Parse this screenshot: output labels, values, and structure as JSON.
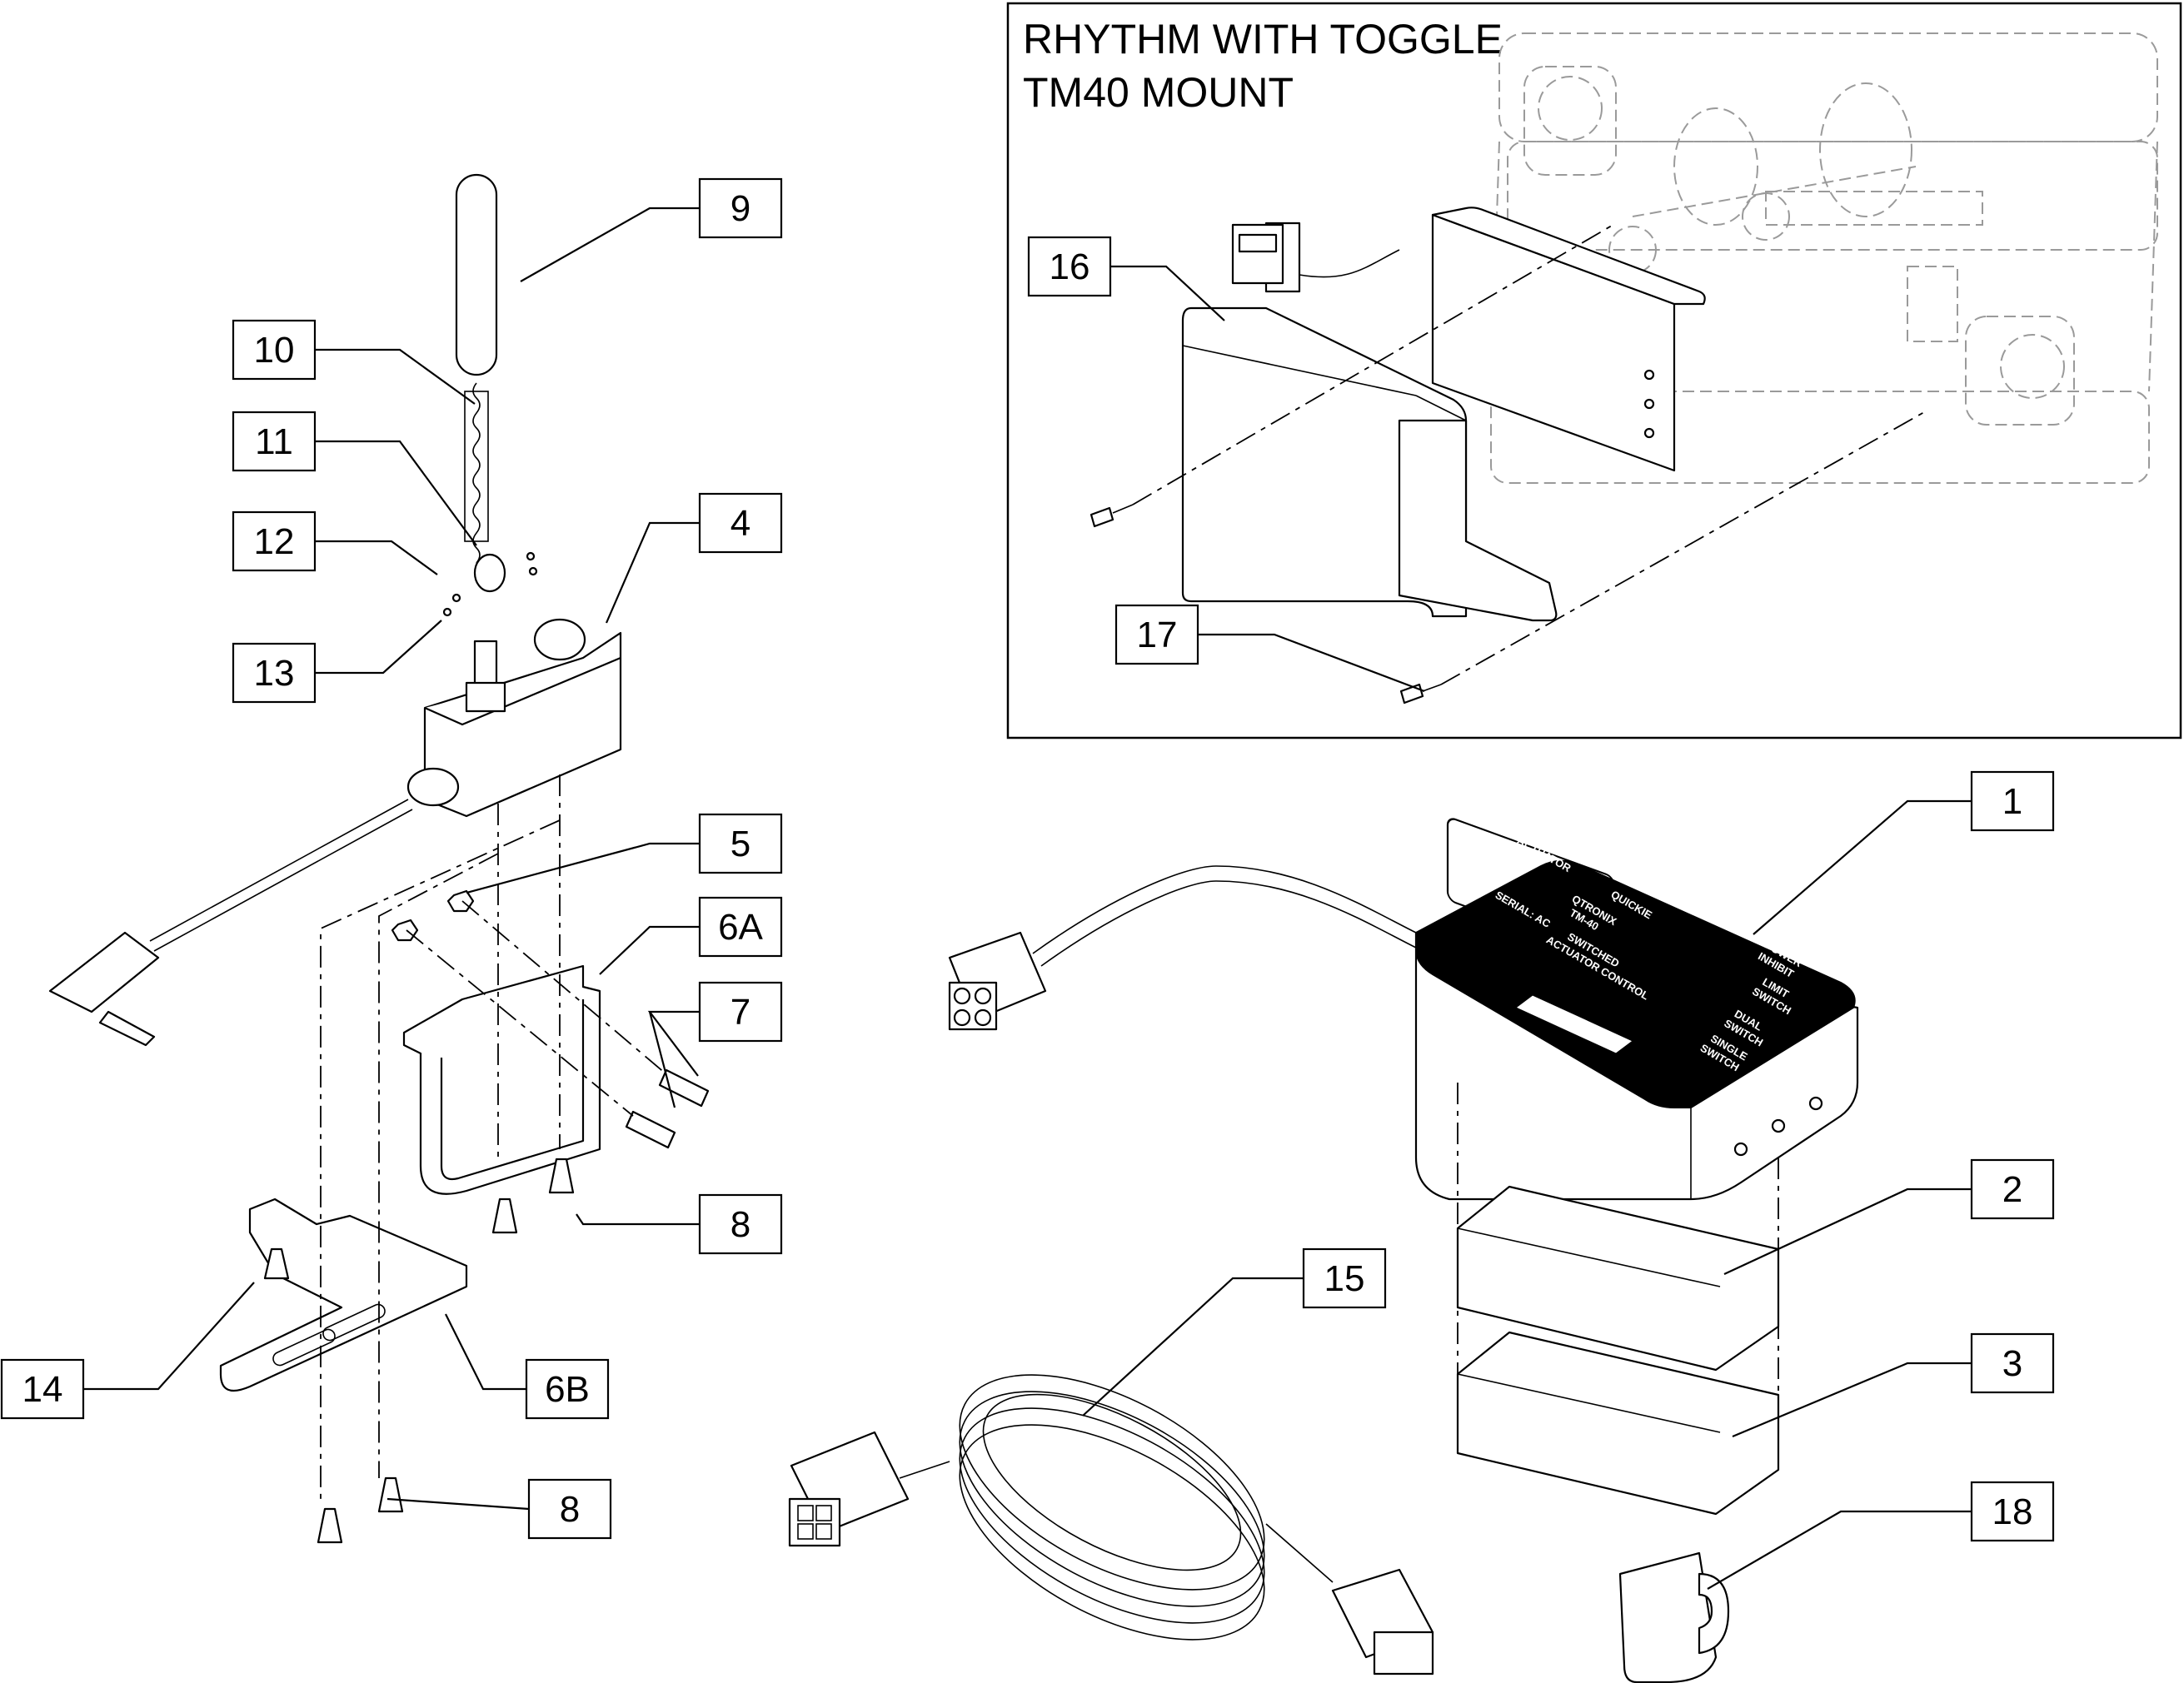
{
  "inset": {
    "title_line1": "RHYTHM WITH TOGGLE",
    "title_line2": "TM40 MOUNT"
  },
  "callouts": {
    "c1": "1",
    "c2": "2",
    "c3": "3",
    "c4": "4",
    "c5": "5",
    "c6a": "6A",
    "c6b": "6B",
    "c7": "7",
    "c8a": "8",
    "c8b": "8",
    "c9": "9",
    "c10": "10",
    "c11": "11",
    "c12": "12",
    "c13": "13",
    "c14": "14",
    "c15": "15",
    "c16": "16",
    "c17": "17",
    "c18": "18"
  },
  "module_label": {
    "brand": "QUICKIE",
    "model_1": "QTRONIX",
    "model_2": "TM-40",
    "actuator": "ACTUATOR",
    "switched": "SWITCHED",
    "actuator_control": "ACTUATOR CONTROL",
    "serial": "SERIAL: AC",
    "power": "POWER",
    "inhibit": "INHIBIT",
    "limit": "LIMIT",
    "switch_limit": "SWITCH",
    "dual": "DUAL",
    "switch_dual": "SWITCH",
    "single": "SINGLE",
    "switch_single": "SWITCH"
  },
  "colors": {
    "line": "#000000",
    "ghost": "#9a9a9a",
    "label_plate": "#000000"
  }
}
